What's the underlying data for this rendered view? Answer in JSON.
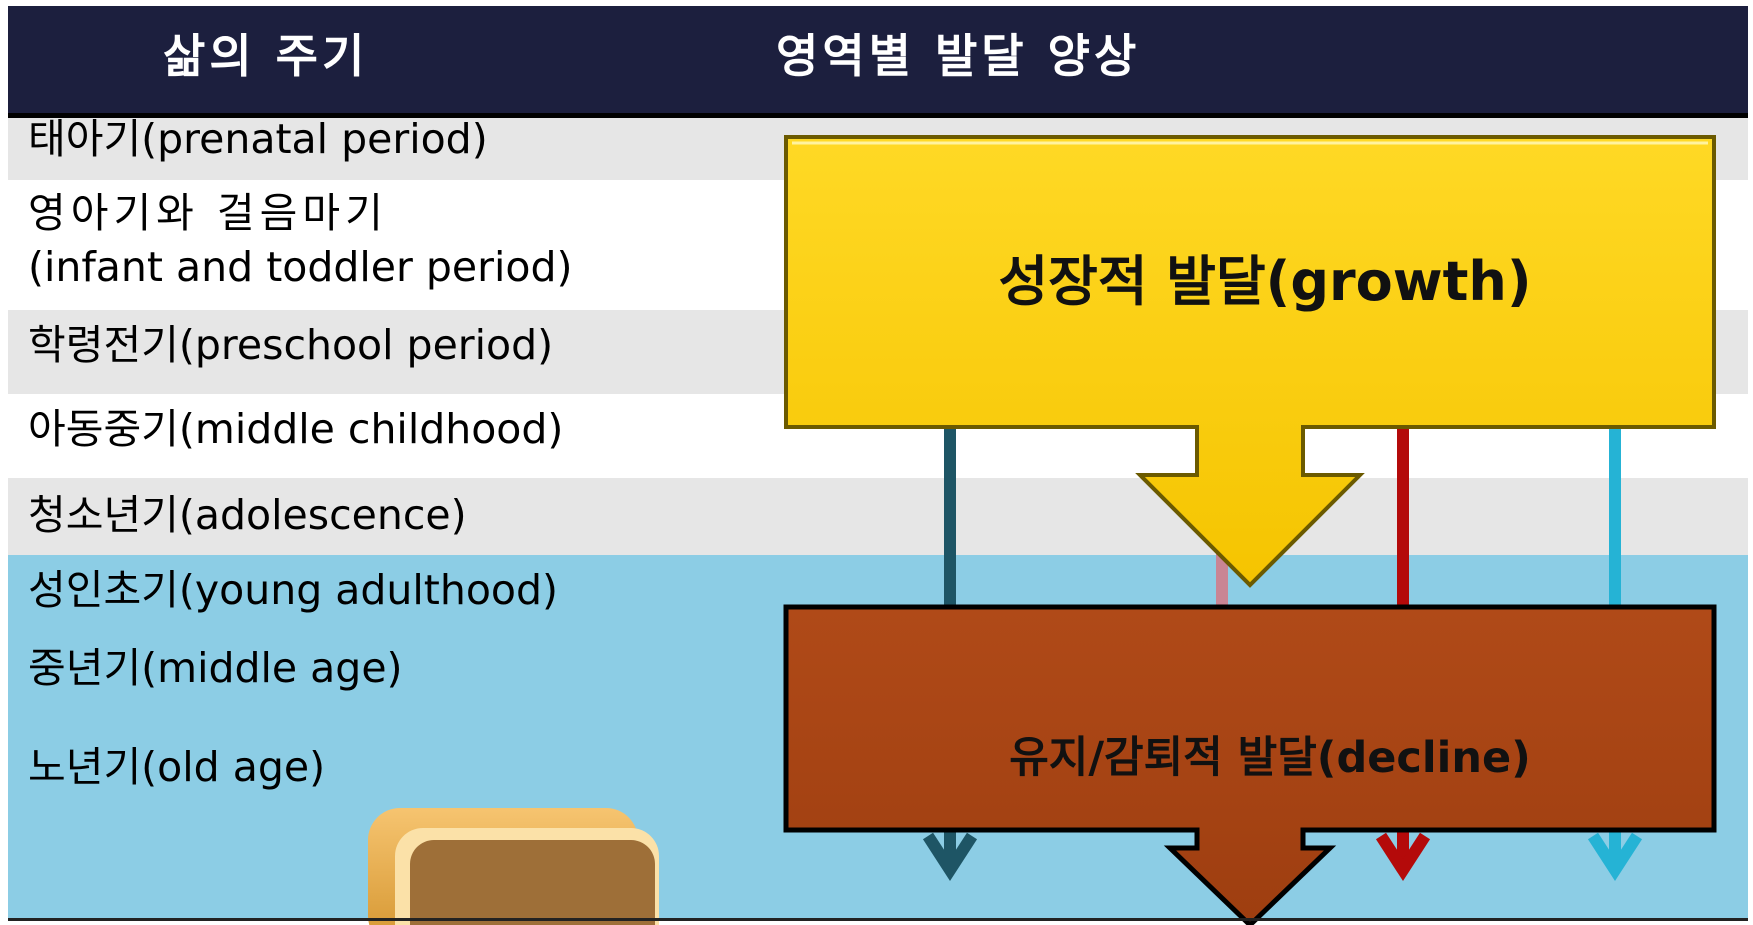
{
  "header": {
    "left_title": "삶의 주기",
    "right_title": "영역별 발달 양상"
  },
  "stages": [
    {
      "label": "태아기(prenatal period)"
    },
    {
      "label": "영아기와 걸음마기",
      "label2": "(infant and toddler period)"
    },
    {
      "label": "학령전기(preschool period)"
    },
    {
      "label": "아동중기(middle childhood)"
    },
    {
      "label": "청소년기(adolescence)"
    },
    {
      "label": "성인초기(young adulthood)"
    },
    {
      "label": "중년기(middle age)"
    },
    {
      "label": "노년기(old age)"
    }
  ],
  "growth_box": {
    "label": "성장적 발달(growth)",
    "color": "#fecd0a"
  },
  "decline_box": {
    "label": "유지/감퇴적 발달(decline)",
    "color": "#a84515"
  },
  "colors": {
    "header_bg": "#1c1f3e",
    "band_gray": "#e6e6e6",
    "band_white": "#ffffff",
    "band_blue": "#8ccde5",
    "line_dark_teal": "#1e5565",
    "line_pink": "#c98594",
    "line_red": "#b40a0a",
    "line_cyan": "#25b3d5",
    "decorative_tile": "#9e6f38"
  }
}
